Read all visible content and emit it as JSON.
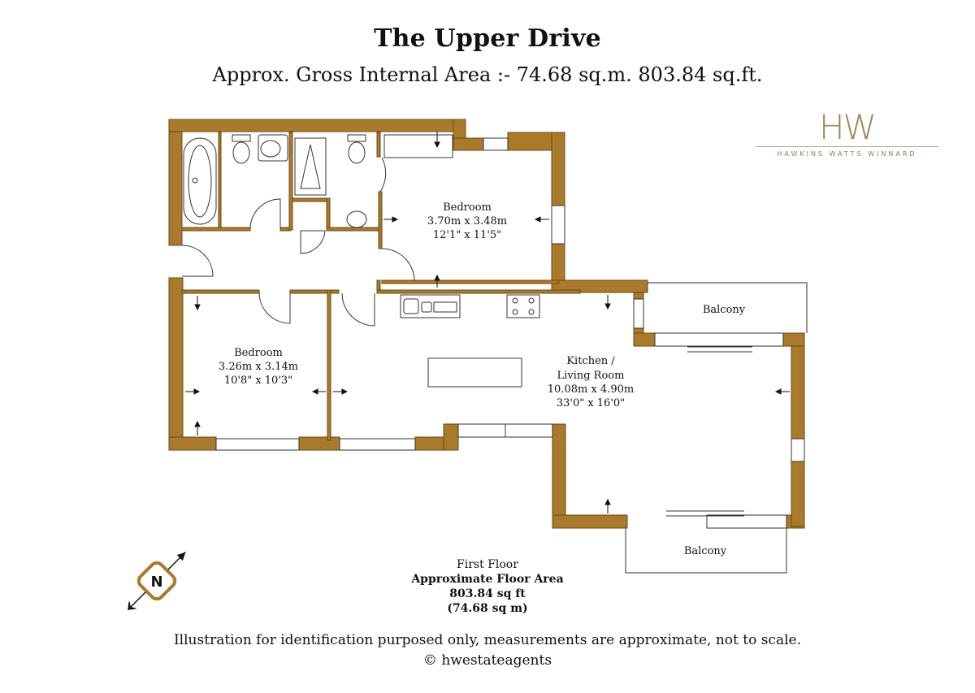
{
  "header": {
    "title": "The Upper Drive",
    "subtitle": "Approx. Gross Internal Area :- 74.68 sq.m. 803.84 sq.ft."
  },
  "logo": {
    "mark": "HW",
    "tagline": "HAWKINS WATTS WINNARD"
  },
  "rooms": [
    {
      "name": "Bedroom",
      "metric": "3.70m x 3.48m",
      "imperial": "12'1\" x 11'5\""
    },
    {
      "name": "Bedroom",
      "metric": "3.26m x 3.14m",
      "imperial": "10'8\" x 10'3\""
    },
    {
      "name": "Kitchen /",
      "name2": "Living Room",
      "metric": "10.08m x 4.90m",
      "imperial": "33'0\" x 16'0\""
    }
  ],
  "balconies": [
    "Balcony",
    "Balcony"
  ],
  "compass": {
    "label": "N"
  },
  "floor": {
    "name": "First Floor",
    "area_label": "Approximate Floor Area",
    "sqft": "803.84 sq ft",
    "sqm": "(74.68 sq m)"
  },
  "footer": {
    "disclaimer": "Illustration for identification purposed only, measurements are approximate, not to scale.",
    "copyright": "© hwestateagents"
  },
  "colors": {
    "wall": "#a97a2c",
    "wall_stroke": "#6b4a14",
    "text": "#111111",
    "logo": "#9c8a5a"
  }
}
